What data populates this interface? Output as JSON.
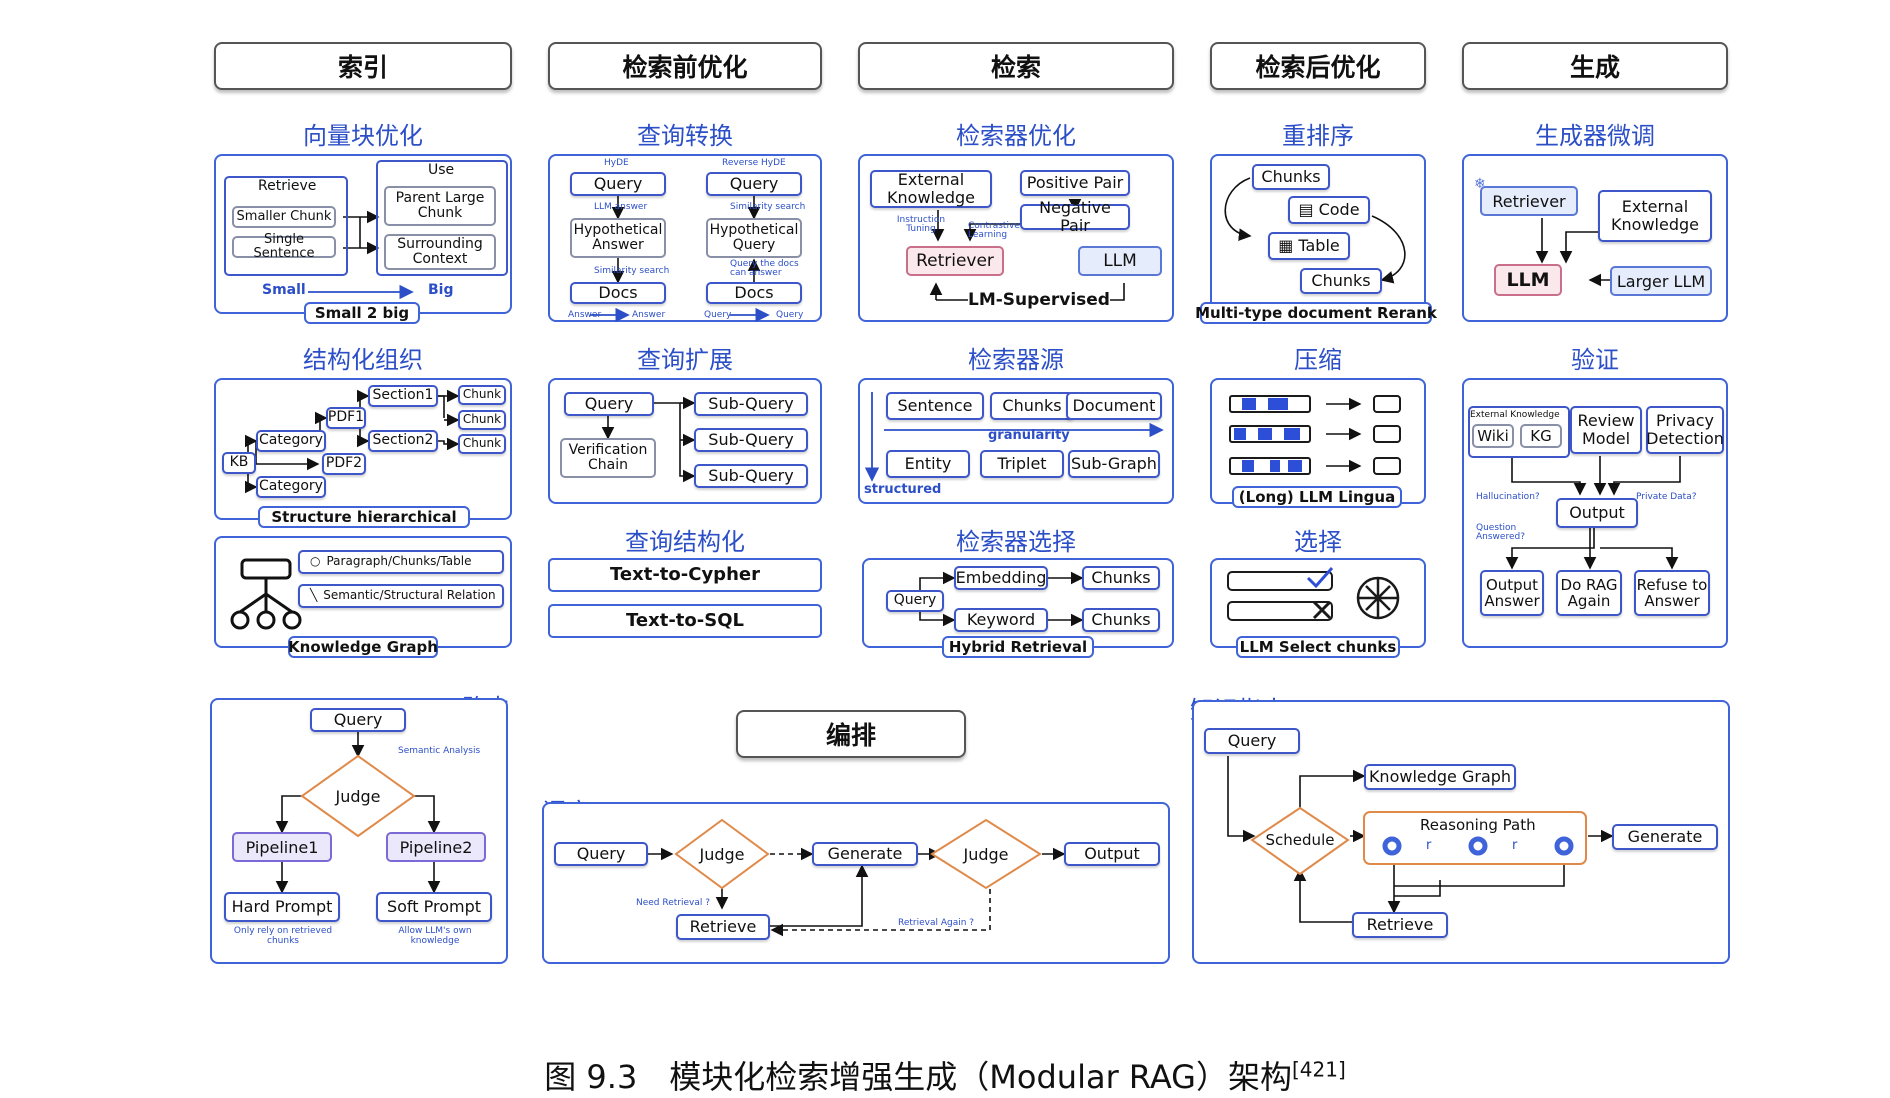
{
  "headers": {
    "index": "索引",
    "pre_retrieval": "检索前优化",
    "retrieval": "检索",
    "post_retrieval": "检索后优化",
    "generation": "生成",
    "orchestration": "编排"
  },
  "sections": {
    "chunk_opt": "向量块优化",
    "struct_org": "结构化组织",
    "query_transform": "查询转换",
    "query_expand": "查询扩展",
    "query_struct": "查询结构化",
    "retriever_opt": "检索器优化",
    "retriever_source": "检索器源",
    "retriever_select": "检索器选择",
    "rerank": "重排序",
    "compress": "压缩",
    "select": "选择",
    "gen_finetune": "生成器微调",
    "verify": "验证",
    "routing": "路由",
    "scheduling": "调度",
    "knowledge_guide": "知识指南"
  },
  "small2big": {
    "retrieve": "Retrieve",
    "smaller_chunk": "Smaller Chunk",
    "single_sentence": "Single Sentence",
    "use": "Use",
    "parent_chunk": "Parent Large Chunk",
    "surrounding": "Surrounding Context",
    "small": "Small",
    "big": "Big",
    "caption": "Small 2 big"
  },
  "hierarchy": {
    "kb": "KB",
    "category1": "Category",
    "category2": "Category",
    "pdf1": "PDF1",
    "pdf2": "PDF2",
    "section1": "Section1",
    "section2": "Section2",
    "chunk1": "Chunk",
    "chunk2": "Chunk",
    "chunk3": "Chunk",
    "caption": "Structure hierarchical"
  },
  "kg": {
    "item1": "Paragraph/Chunks/Table",
    "item2": "Semantic/Structural Relation",
    "caption": "Knowledge Graph"
  },
  "hyde": {
    "label_left": "HyDE",
    "label_right": "Reverse HyDE",
    "query": "Query",
    "hyp_answer": "Hypothetical Answer",
    "hyp_query": "Hypothetical Query",
    "docs": "Docs",
    "llm_answer": "LLM answer",
    "similarity_search": "Similarity search",
    "query_the_docs": "Query the docs can answer",
    "answer": "Answer",
    "query_small": "Query"
  },
  "expansion": {
    "query": "Query",
    "verification": "Verification Chain",
    "sub": "Sub-Query"
  },
  "query_struct": {
    "cypher": "Text-to-Cypher",
    "sql": "Text-to-SQL"
  },
  "retriever_opt": {
    "external": "External Knowledge",
    "positive": "Positive Pair",
    "negative": "Negative Pair",
    "retriever": "Retriever",
    "llm": "LLM",
    "instruction": "Instruction Tuning",
    "contrastive": "Contrastive Learning",
    "supervised": "LM-Supervised"
  },
  "sources": {
    "sentence": "Sentence",
    "chunks": "Chunks",
    "document": "Document",
    "granularity": "granularity",
    "entity": "Entity",
    "triplet": "Triplet",
    "subgraph": "Sub-Graph",
    "structured": "structured"
  },
  "hybrid": {
    "query": "Query",
    "embedding": "Embedding",
    "keyword": "Keyword",
    "chunks": "Chunks",
    "caption": "Hybrid Retrieval"
  },
  "rerank": {
    "chunks": "Chunks",
    "code": "Code",
    "table": "Table",
    "caption": "Multi-type document Rerank"
  },
  "compress": {
    "caption": "(Long) LLM Lingua"
  },
  "select": {
    "caption": "LLM Select chunks"
  },
  "finetune": {
    "retriever": "Retriever",
    "external": "External Knowledge",
    "llm": "LLM",
    "larger": "Larger LLM"
  },
  "verify": {
    "ext_label": "External Knowledge",
    "wiki": "Wiki",
    "kg": "KG",
    "review": "Review Model",
    "privacy": "Privacy Detection",
    "hallucination": "Hallucination?",
    "private": "Private Data?",
    "output": "Output",
    "answered": "Question Answered?",
    "output_answer": "Output Answer",
    "do_rag": "Do RAG Again",
    "refuse": "Refuse to Answer"
  },
  "routing": {
    "query": "Query",
    "semantic": "Semantic Analysis",
    "judge": "Judge",
    "p1": "Pipeline1",
    "p2": "Pipeline2",
    "hard": "Hard Prompt",
    "soft": "Soft Prompt",
    "hard_note": "Only rely on retrieved chunks",
    "soft_note": "Allow LLM's own knowledge"
  },
  "scheduling": {
    "query": "Query",
    "judge1": "Judge",
    "generate": "Generate",
    "judge2": "Judge",
    "output": "Output",
    "retrieve": "Retrieve",
    "need": "Need Retrieval ?",
    "again": "Retrieval Again ?"
  },
  "kguide": {
    "query": "Query",
    "kg": "Knowledge Graph",
    "schedule": "Schedule",
    "path": "Reasoning Path",
    "generate": "Generate",
    "retrieve": "Retrieve",
    "r": "r"
  },
  "caption": {
    "prefix": "图 9.3　模块化检索增强生成（Modular RAG）架构",
    "ref": "[421]"
  }
}
